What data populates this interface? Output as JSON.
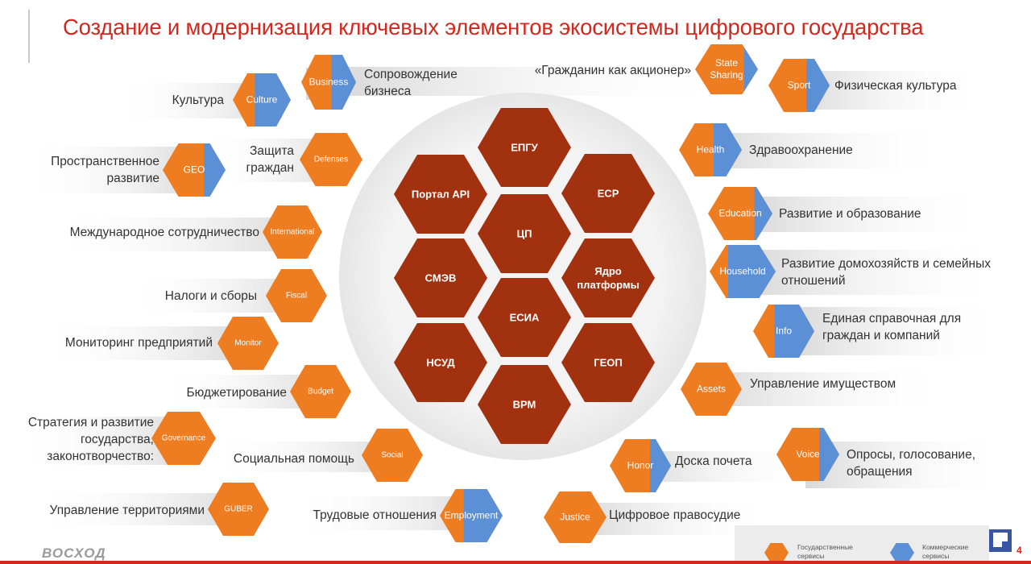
{
  "title": "Создание и модернизация ключевых элементов экосистемы цифрового государства",
  "colors": {
    "state": "#ee7d22",
    "commercial": "#5b8fd6",
    "core": "#a2320f",
    "title": "#d2281e"
  },
  "core": {
    "epgu": "ЕПГУ",
    "portal_api": "Портал API",
    "ecr": "ЕСР",
    "cp": "ЦП",
    "smev": "СМЭВ",
    "yadro_1": "Ядро",
    "yadro_2": "платформы",
    "esia": "ЕСИА",
    "nsud": "НСУД",
    "geop": "ГЕОП",
    "vrm": "ВРМ"
  },
  "services": {
    "business": {
      "hex": "Business",
      "text1": "Сопровождение",
      "text2": "бизнеса"
    },
    "culture": {
      "hex": "Culture",
      "text": "Культура"
    },
    "geo": {
      "hex": "GEO",
      "text1": "Пространственное",
      "text2": "развитие"
    },
    "defenses": {
      "hex": "Defenses",
      "text1": "Защита",
      "text2": "граждан"
    },
    "international": {
      "hex": "International",
      "text": "Международное сотрудничество"
    },
    "fiscal": {
      "hex": "Fiscal",
      "text": "Налоги и сборы"
    },
    "monitor": {
      "hex": "Monitor",
      "text": "Мониторинг предприятий"
    },
    "budget": {
      "hex": "Budget",
      "text": "Бюджетирование"
    },
    "governance": {
      "hex": "Governance",
      "text1": "Стратегия и развитие",
      "text2": "государства,",
      "text3": "законотворчество:"
    },
    "social": {
      "hex": "Social",
      "text": "Социальная помощь"
    },
    "guber": {
      "hex": "GUBER",
      "text": "Управление  территориями"
    },
    "employment": {
      "hex": "Employment",
      "text": "Трудовые отношения"
    },
    "state_sharing": {
      "hex1": "State",
      "hex2": "Sharing",
      "text": "«Гражданин как акционер»"
    },
    "sport": {
      "hex": "Sport",
      "text": "Физическая культура"
    },
    "health": {
      "hex": "Health",
      "text": "Здравоохранение"
    },
    "education": {
      "hex": "Education",
      "text": "Развитие и образование"
    },
    "household": {
      "hex": "Household",
      "text1": "Развитие домохозяйств и семейных",
      "text2": "отношений"
    },
    "info": {
      "hex": "Info",
      "text1": "Единая справочная для",
      "text2": "граждан и компаний"
    },
    "assets": {
      "hex": "Assets",
      "text": "Управление имуществом"
    },
    "honor": {
      "hex": "Honor",
      "text": "Доска почета"
    },
    "voice": {
      "hex": "Voice",
      "text1": "Опросы, голосование,",
      "text2": "обращения"
    },
    "justice": {
      "hex": "Justice",
      "text": "Цифровое правосудие"
    }
  },
  "legend": {
    "state1": "Государственные",
    "state2": "сервисы",
    "commercial1": "Коммерческие",
    "commercial2": "сервисы"
  },
  "footer": {
    "logo": "ВОСХОД",
    "page": "4"
  }
}
